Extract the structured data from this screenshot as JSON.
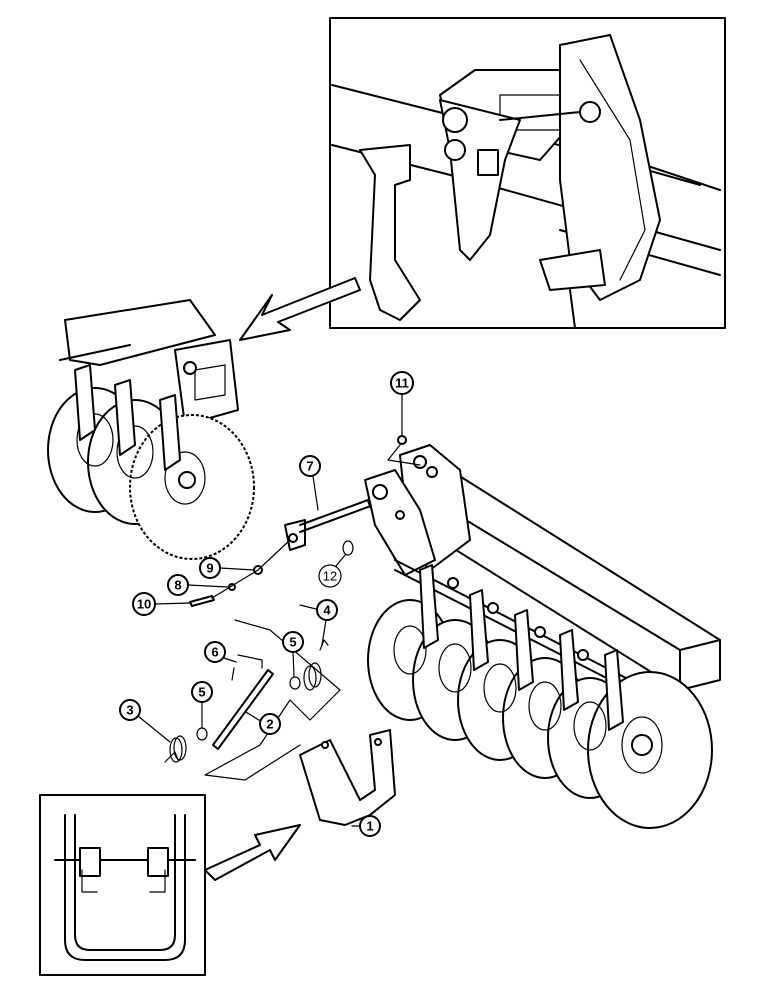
{
  "callouts": [
    {
      "id": "1",
      "label": "1"
    },
    {
      "id": "2",
      "label": "2"
    },
    {
      "id": "3",
      "label": "3"
    },
    {
      "id": "4",
      "label": "4"
    },
    {
      "id": "5a",
      "label": "5"
    },
    {
      "id": "5b",
      "label": "5"
    },
    {
      "id": "6",
      "label": "6"
    },
    {
      "id": "7",
      "label": "7"
    },
    {
      "id": "8",
      "label": "8"
    },
    {
      "id": "9",
      "label": "9"
    },
    {
      "id": "10",
      "label": "10"
    },
    {
      "id": "11",
      "label": "11"
    },
    {
      "id": "12",
      "label": "12"
    }
  ]
}
